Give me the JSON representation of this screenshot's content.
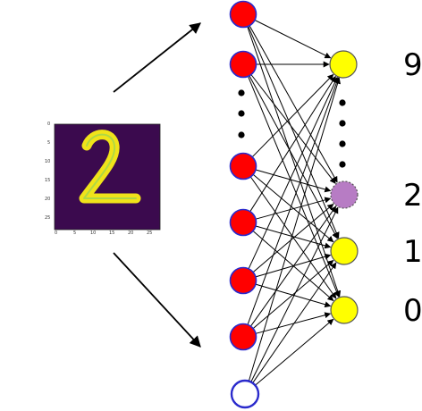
{
  "diagram": {
    "output_labels": [
      "9",
      "2",
      "1",
      "0"
    ],
    "digit_image": {
      "shown_digit": "2",
      "y_ticks": [
        "0",
        "5",
        "10",
        "15",
        "20",
        "25"
      ],
      "x_ticks": [
        "0",
        "5",
        "10",
        "15",
        "20",
        "25"
      ]
    },
    "colors": {
      "input_node_fill": "#ff0000",
      "node_stroke": "#2a2acc",
      "output_node_fill": "#ffff00",
      "highlighted_output_fill": "#b77cc4",
      "bias_node_fill": "#ffffff",
      "digit_background": "#3b0a4e",
      "digit_foreground": "#f0e31a",
      "edge_color": "#000000"
    }
  }
}
